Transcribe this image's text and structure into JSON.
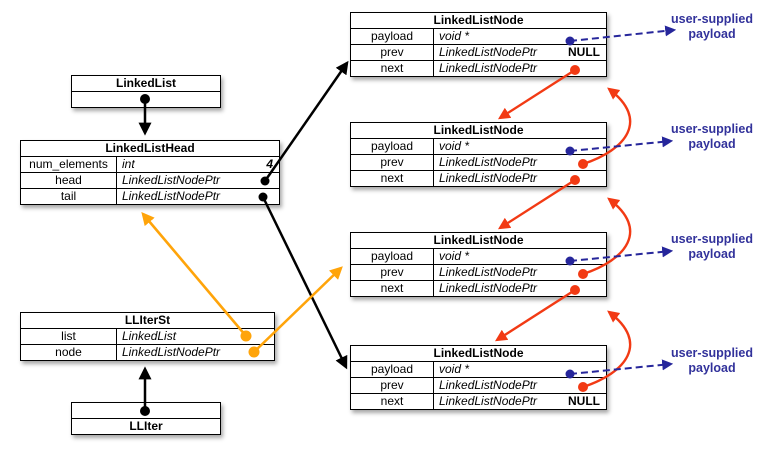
{
  "colors": {
    "black": "#000000",
    "red": "#f23a14",
    "orange": "#ffa40a",
    "blue": "#26269b",
    "label_text": "#32329b"
  },
  "structs": {
    "linked_list": {
      "title": "LinkedList"
    },
    "ll_iter": {
      "title": "LLIter"
    },
    "linked_list_head": {
      "title": "LinkedListHead",
      "rows": [
        {
          "name": "num_elements",
          "type": "int",
          "value": "4"
        },
        {
          "name": "head",
          "type": "LinkedListNodePtr",
          "value": ""
        },
        {
          "name": "tail",
          "type": "LinkedListNodePtr",
          "value": ""
        }
      ]
    },
    "ll_iter_st": {
      "title": "LLIterSt",
      "rows": [
        {
          "name": "list",
          "type": "LinkedList",
          "value": ""
        },
        {
          "name": "node",
          "type": "LinkedListNodePtr",
          "value": ""
        }
      ]
    },
    "nodes": [
      {
        "title": "LinkedListNode",
        "rows": [
          {
            "name": "payload",
            "type": "void *",
            "value": ""
          },
          {
            "name": "prev",
            "type": "LinkedListNodePtr",
            "value": "NULL"
          },
          {
            "name": "next",
            "type": "LinkedListNodePtr",
            "value": ""
          }
        ]
      },
      {
        "title": "LinkedListNode",
        "rows": [
          {
            "name": "payload",
            "type": "void *",
            "value": ""
          },
          {
            "name": "prev",
            "type": "LinkedListNodePtr",
            "value": ""
          },
          {
            "name": "next",
            "type": "LinkedListNodePtr",
            "value": ""
          }
        ]
      },
      {
        "title": "LinkedListNode",
        "rows": [
          {
            "name": "payload",
            "type": "void *",
            "value": ""
          },
          {
            "name": "prev",
            "type": "LinkedListNodePtr",
            "value": ""
          },
          {
            "name": "next",
            "type": "LinkedListNodePtr",
            "value": ""
          }
        ]
      },
      {
        "title": "LinkedListNode",
        "rows": [
          {
            "name": "payload",
            "type": "void *",
            "value": ""
          },
          {
            "name": "prev",
            "type": "LinkedListNodePtr",
            "value": ""
          },
          {
            "name": "next",
            "type": "LinkedListNodePtr",
            "value": "NULL"
          }
        ]
      }
    ]
  },
  "payload_label": {
    "line1": "user-supplied",
    "line2": "payload"
  }
}
